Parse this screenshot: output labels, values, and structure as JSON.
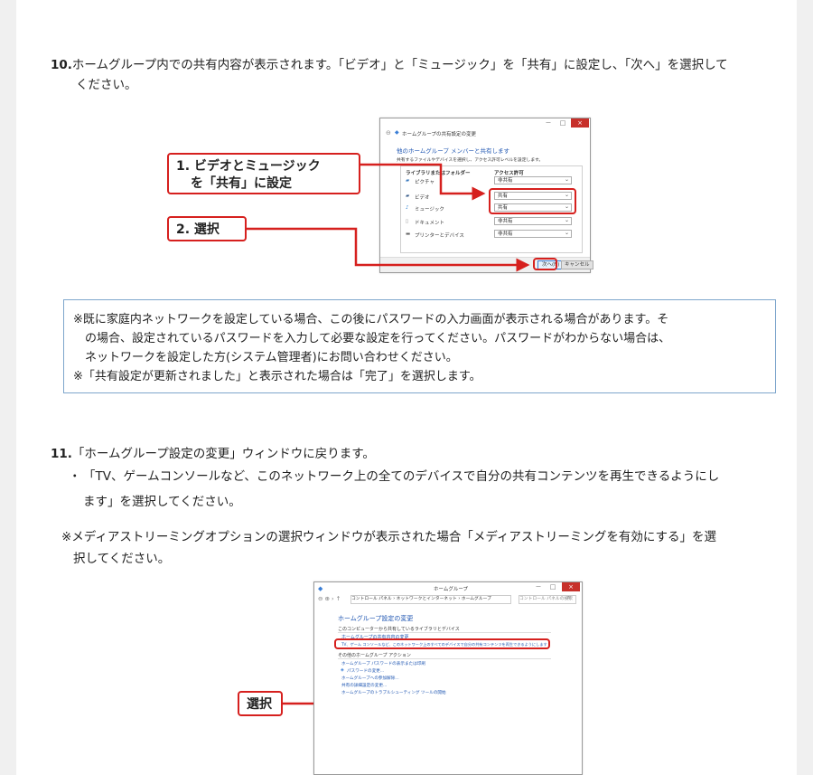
{
  "step10": {
    "number": "10.",
    "text_line1": "ホームグループ内での共有内容が表示されます。「ビデオ」と「ミュージック」を「共有」に設定し、「次へ」を選択して",
    "text_line2": "ください。"
  },
  "dialog1": {
    "title": "ホームグループの共有設定の変更",
    "heading": "他のホームグループ メンバーと共有します",
    "desc": "共有するファイルやデバイスを選択し、アクセス許可レベルを設定します。",
    "col1": "ライブラリまたはフォルダー",
    "col2": "アクセス許可",
    "rows": [
      {
        "name": "ピクチャ",
        "value": "非共有"
      },
      {
        "name": "ビデオ",
        "value": "共有"
      },
      {
        "name": "ミュージック",
        "value": "共有"
      },
      {
        "name": "ドキュメント",
        "value": "非共有"
      },
      {
        "name": "プリンターとデバイス",
        "value": "非共有"
      }
    ],
    "next_button": "次へ(N)",
    "cancel_button": "キャンセル",
    "minimize": "－",
    "maximize": "□",
    "close": "×"
  },
  "callouts": {
    "c1_line1": "1. ビデオとミュージック",
    "c1_line2": "を「共有」に設定",
    "c2": "2. 選択",
    "c3": "選択"
  },
  "note": {
    "line1": "※既に家庭内ネットワークを設定している場合、この後にパスワードの入力画面が表示される場合があります。そ",
    "line2": "の場合、設定されているパスワードを入力して必要な設定を行ってください。パスワードがわからない場合は、",
    "line3": "ネットワークを設定した方(システム管理者)にお問い合わせください。",
    "line4": "※「共有設定が更新されました」と表示された場合は「完了」を選択します。"
  },
  "step11": {
    "number": "11.",
    "text": "「ホームグループ設定の変更」ウィンドウに戻ります。",
    "bullet": "・",
    "bullet_line1": "「TV、ゲームコンソールなど、このネットワーク上の全てのデバイスで自分の共有コンテンツを再生できるようにし",
    "bullet_line2": "ます」を選択してください。",
    "note_line1": "※メディアストリーミングオプションの選択ウィンドウが表示された場合「メディアストリーミングを有効にする」を選",
    "note_line2": "択してください。"
  },
  "dialog2": {
    "title": "ホームグループ",
    "breadcrumb": "コントロール パネル › ネットワークとインターネット › ホームグループ",
    "search_placeholder": "コントロール パネルの検索",
    "heading": "ホームグループ設定の変更",
    "section1": "このコンピューターから共有しているライブラリとデバイス",
    "link_change": "ホームグループの共有内容の変更",
    "link_tv": "TV、ゲーム コンソールなど、このネットワーク上のすべてのデバイスで自分の共有コンテンツを再生できるようにします",
    "section2": "その他のホームグループ アクション",
    "links": [
      "ホームグループ パスワードの表示または印刷",
      "パスワードの変更...",
      "ホームグループへの参加解除...",
      "共有の詳細設定の変更...",
      "ホームグループのトラブルシューティング ツールの開始"
    ],
    "minimize": "－",
    "maximize": "□",
    "close": "×"
  },
  "colors": {
    "accent_red": "#d6201e",
    "link_blue": "#1f56b2",
    "note_border": "#7ea6cc"
  }
}
